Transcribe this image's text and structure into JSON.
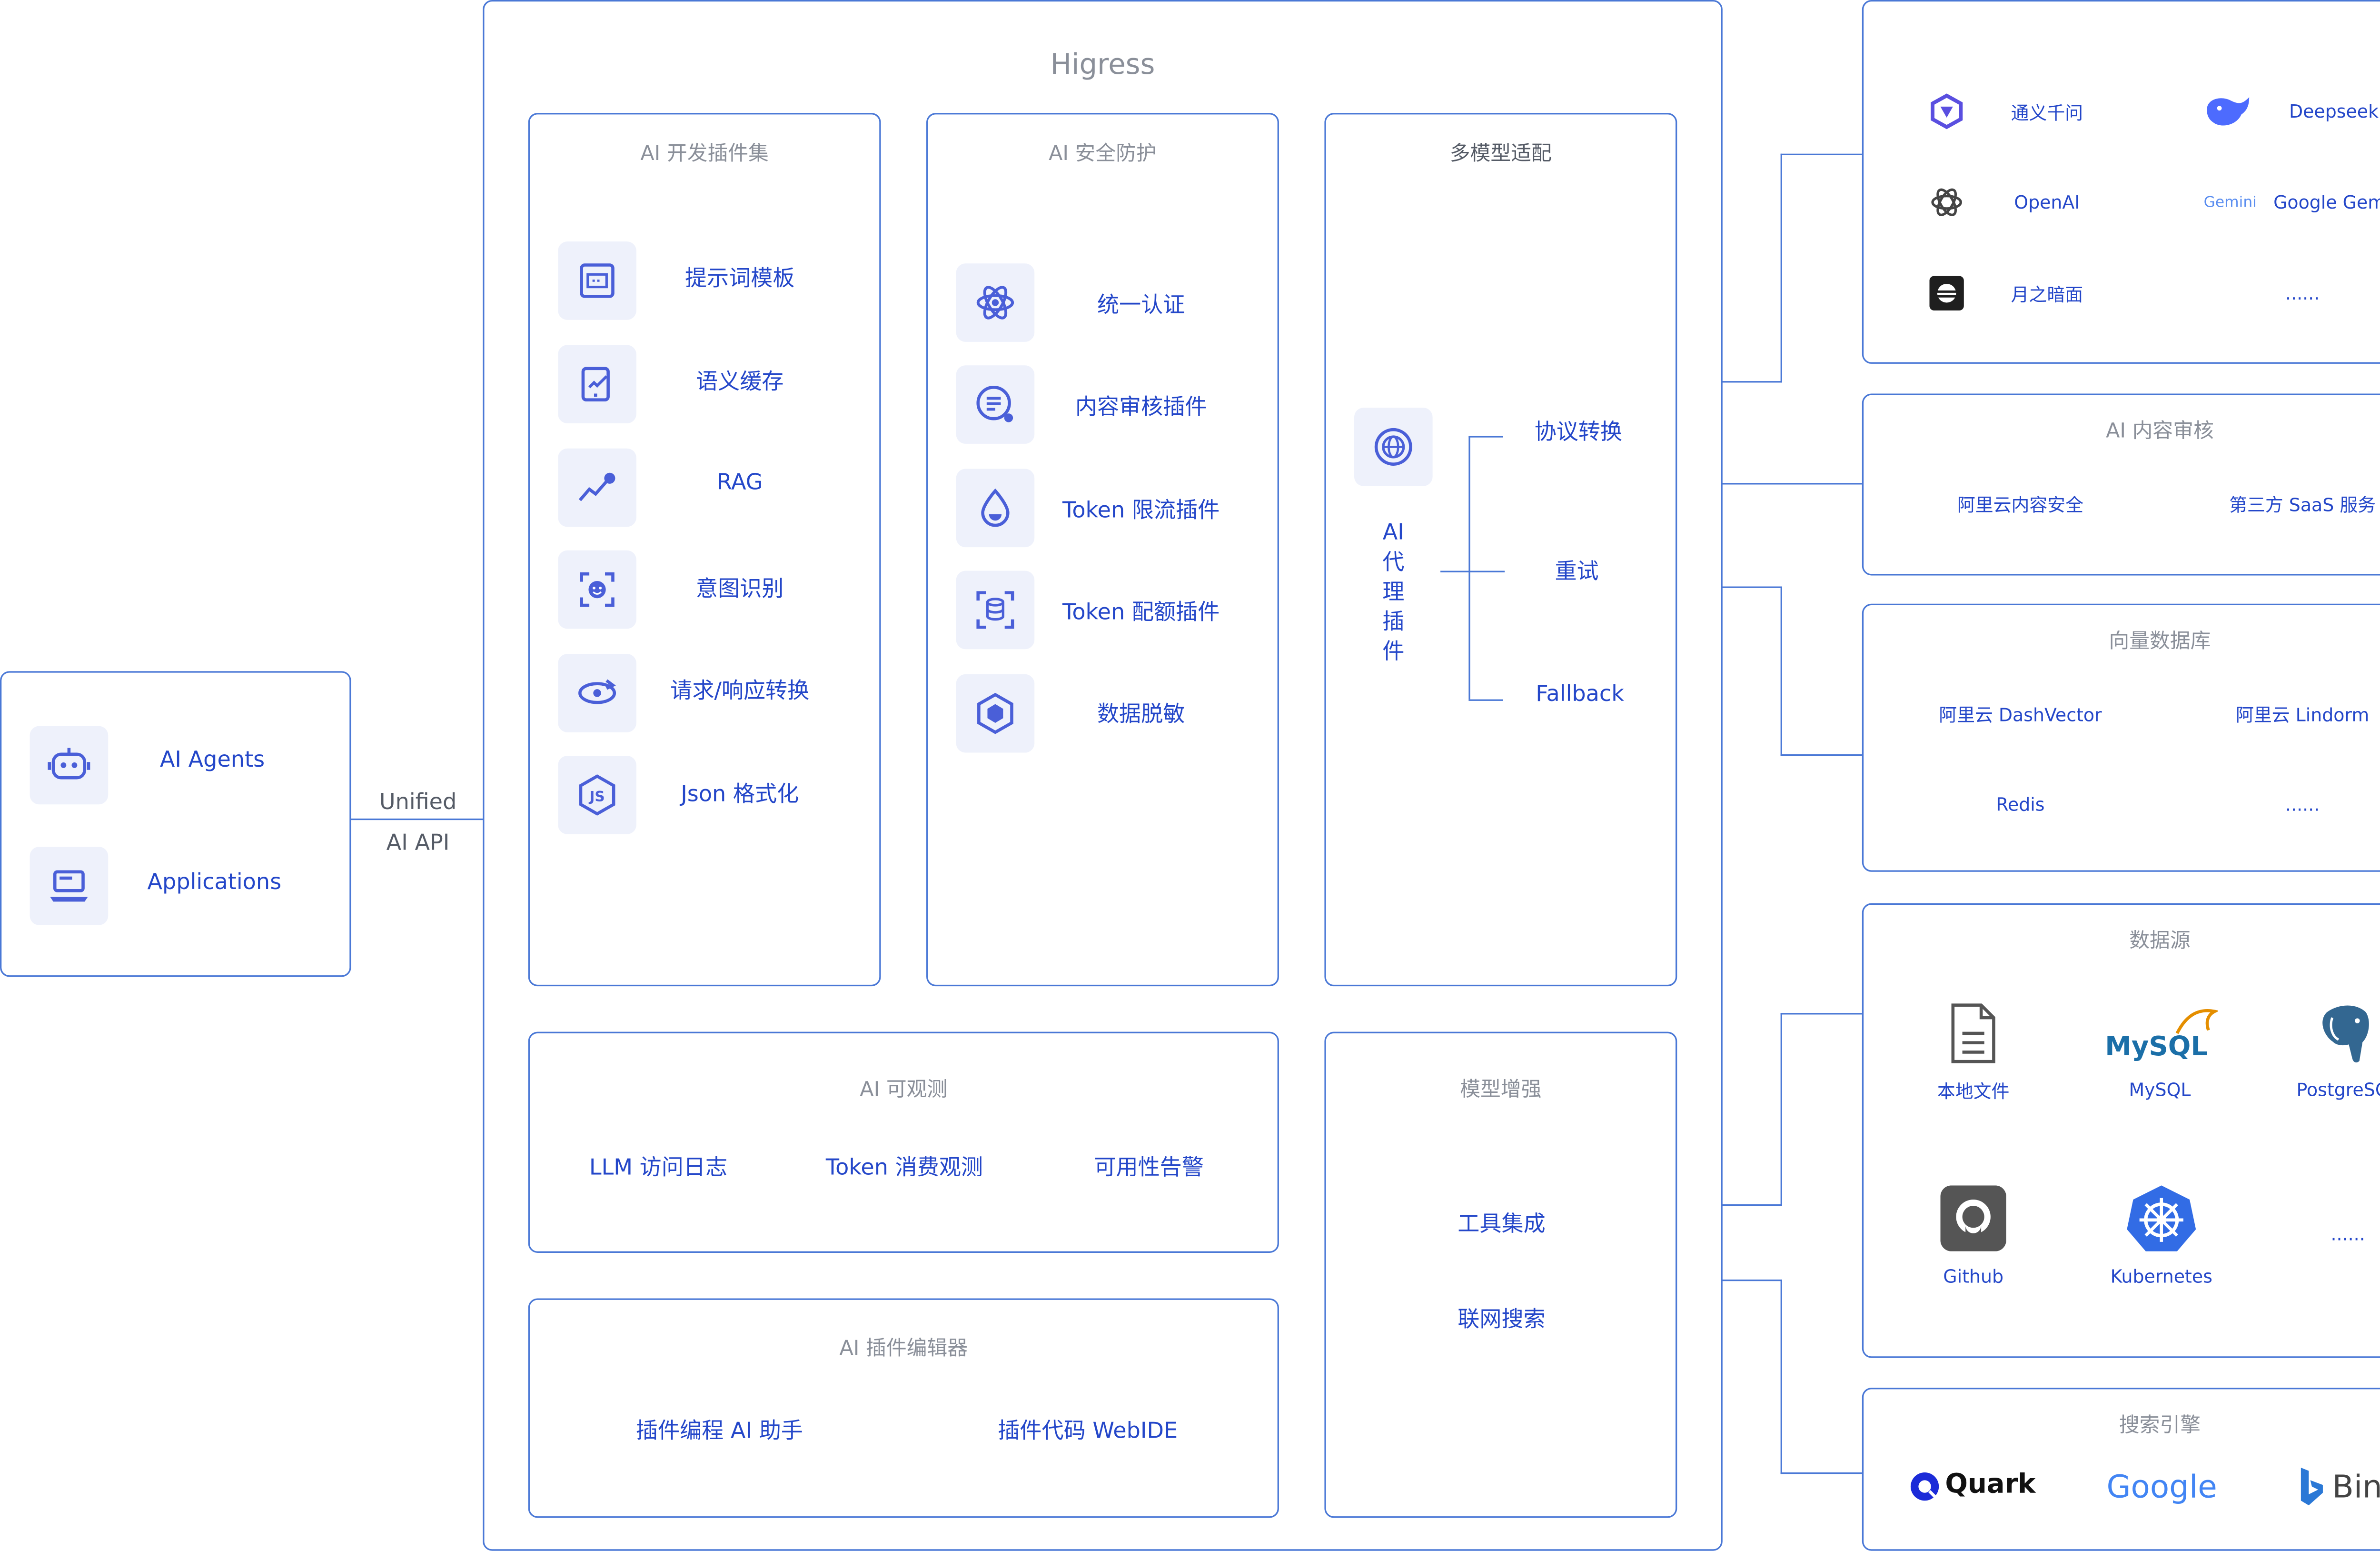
{
  "higress": {
    "title": "Higress"
  },
  "clients": {
    "agents_label": "AI Agents",
    "apps_label": "Applications",
    "api_line1": "Unified",
    "api_line2": "AI API"
  },
  "dev_plugins": {
    "title": "AI 开发插件集",
    "items": [
      "提示词模板",
      "语义缓存",
      "RAG",
      "意图识别",
      "请求/响应转换",
      "Json 格式化"
    ]
  },
  "security": {
    "title": "AI 安全防护",
    "items": [
      "统一认证",
      "内容审核插件",
      "Token 限流插件",
      "Token 配额插件",
      "数据脱敏"
    ]
  },
  "multimodel": {
    "title": "多模型适配",
    "proxy_chars": [
      "AI",
      "代",
      "理",
      "插",
      "件"
    ],
    "branches": [
      "协议转换",
      "重试",
      "Fallback"
    ]
  },
  "observability": {
    "title": "AI 可观测",
    "items": [
      "LLM 访问日志",
      "Token 消费观测",
      "可用性告警"
    ]
  },
  "plugin_editor": {
    "title": "AI 插件编辑器",
    "items": [
      "插件编程 AI 助手",
      "插件代码 WebIDE"
    ]
  },
  "model_enhance": {
    "title": "模型增强",
    "items": [
      "工具集成",
      "联网搜索"
    ]
  },
  "llm_providers": {
    "items": [
      "通义千问",
      "Deepseek",
      "OpenAI",
      "Google Gemini",
      "月之暗面",
      "......"
    ],
    "gemini_logo_text": "Gemini"
  },
  "content_moderation": {
    "title": "AI 内容审核",
    "items": [
      "阿里云内容安全",
      "第三方 SaaS 服务"
    ]
  },
  "vector_db": {
    "title": "向量数据库",
    "items": [
      "阿里云 DashVector",
      "阿里云 Lindorm",
      "Redis",
      "......"
    ]
  },
  "data_sources": {
    "title": "数据源",
    "items": [
      "本地文件",
      "MySQL",
      "PostgreSQL",
      "Github",
      "Kubernetes",
      "......"
    ],
    "mysql_logo_text": "MySQL"
  },
  "search_engines": {
    "title": "搜索引擎",
    "items": [
      "Quark",
      "Google",
      "Bing"
    ]
  },
  "colors": {
    "accent": "#2447c9",
    "border": "#4a78d6",
    "icon_bg": "#eef1fb"
  }
}
